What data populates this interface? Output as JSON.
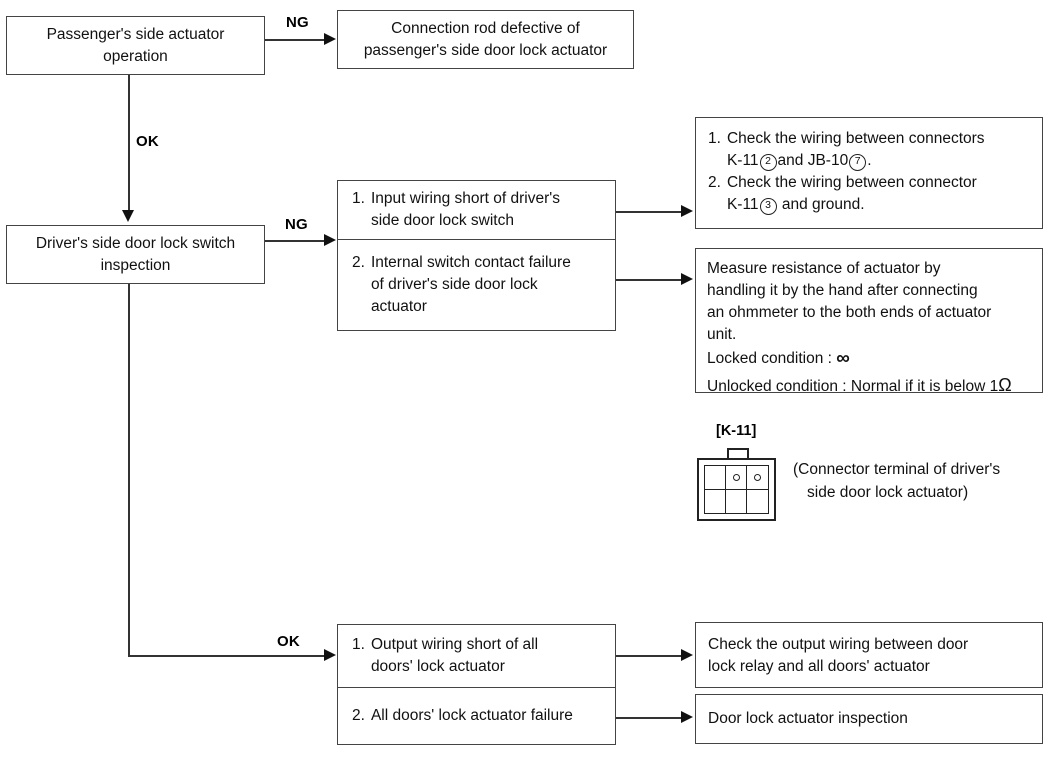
{
  "diagram": {
    "title": "Door lock actuator troubleshooting flowchart",
    "colors": {
      "box_border": "#444444",
      "line": "#333333",
      "arrow": "#111111",
      "background": "#ffffff",
      "text": "#111111"
    }
  },
  "nodes": {
    "passenger_actuator": {
      "line1": "Passenger's side actuator",
      "line2": "operation"
    },
    "connection_rod": {
      "line1": "Connection rod defective of",
      "line2": "passenger's side door lock actuator"
    },
    "driver_switch": {
      "line1": "Driver's side door lock switch",
      "line2": "inspection"
    },
    "fault_1": {
      "number": "1.",
      "line1": "Input wiring short of driver's",
      "line2": "side door lock switch"
    },
    "fault_2": {
      "number": "2.",
      "line1": "Internal switch contact failure",
      "line2": "of driver's side door lock",
      "line3": "actuator"
    },
    "check_wiring": {
      "item1_number": "1.",
      "item1_line1": "Check the wiring between connectors",
      "item1_line2_pre": "K-11",
      "item1_circle_a": "2",
      "item1_line2_mid": "and JB-10",
      "item1_circle_b": "7",
      "item1_line2_post": ".",
      "item2_number": "2.",
      "item2_line1": "Check the wiring between connector",
      "item2_line2_pre": "K-11",
      "item2_circle_a": "3",
      "item2_line2_post": " and ground."
    },
    "measure_resistance": {
      "line1": "Measure resistance of actuator by",
      "line2": "handling it by the hand after connecting",
      "line3": "an ohmmeter to the both ends of actuator",
      "line4": "unit.",
      "locked_label": "Locked condition :",
      "locked_value": "∞",
      "unlocked_label": "Unlocked condition : Normal if it is below 1",
      "unlocked_unit": "Ω"
    },
    "output_fault_1": {
      "number": "1.",
      "line1": "Output wiring short of all",
      "line2": "doors' lock actuator"
    },
    "output_fault_2": {
      "number": "2.",
      "line1": "All doors' lock actuator failure"
    },
    "check_output_wiring": {
      "line1": "Check the output wiring between door",
      "line2": "lock relay and all doors' actuator"
    },
    "door_lock_inspection": {
      "line1": "Door lock actuator inspection"
    }
  },
  "edge_labels": {
    "ng_top": "NG",
    "ok_top": "OK",
    "ng_middle": "NG",
    "ok_bottom": "OK"
  },
  "connector": {
    "title": "[K-11]",
    "caption_line1": "(Connector terminal of driver's",
    "caption_line2": "side door lock actuator)",
    "pin_count": 2,
    "grid_columns": 3,
    "grid_rows": 2
  }
}
